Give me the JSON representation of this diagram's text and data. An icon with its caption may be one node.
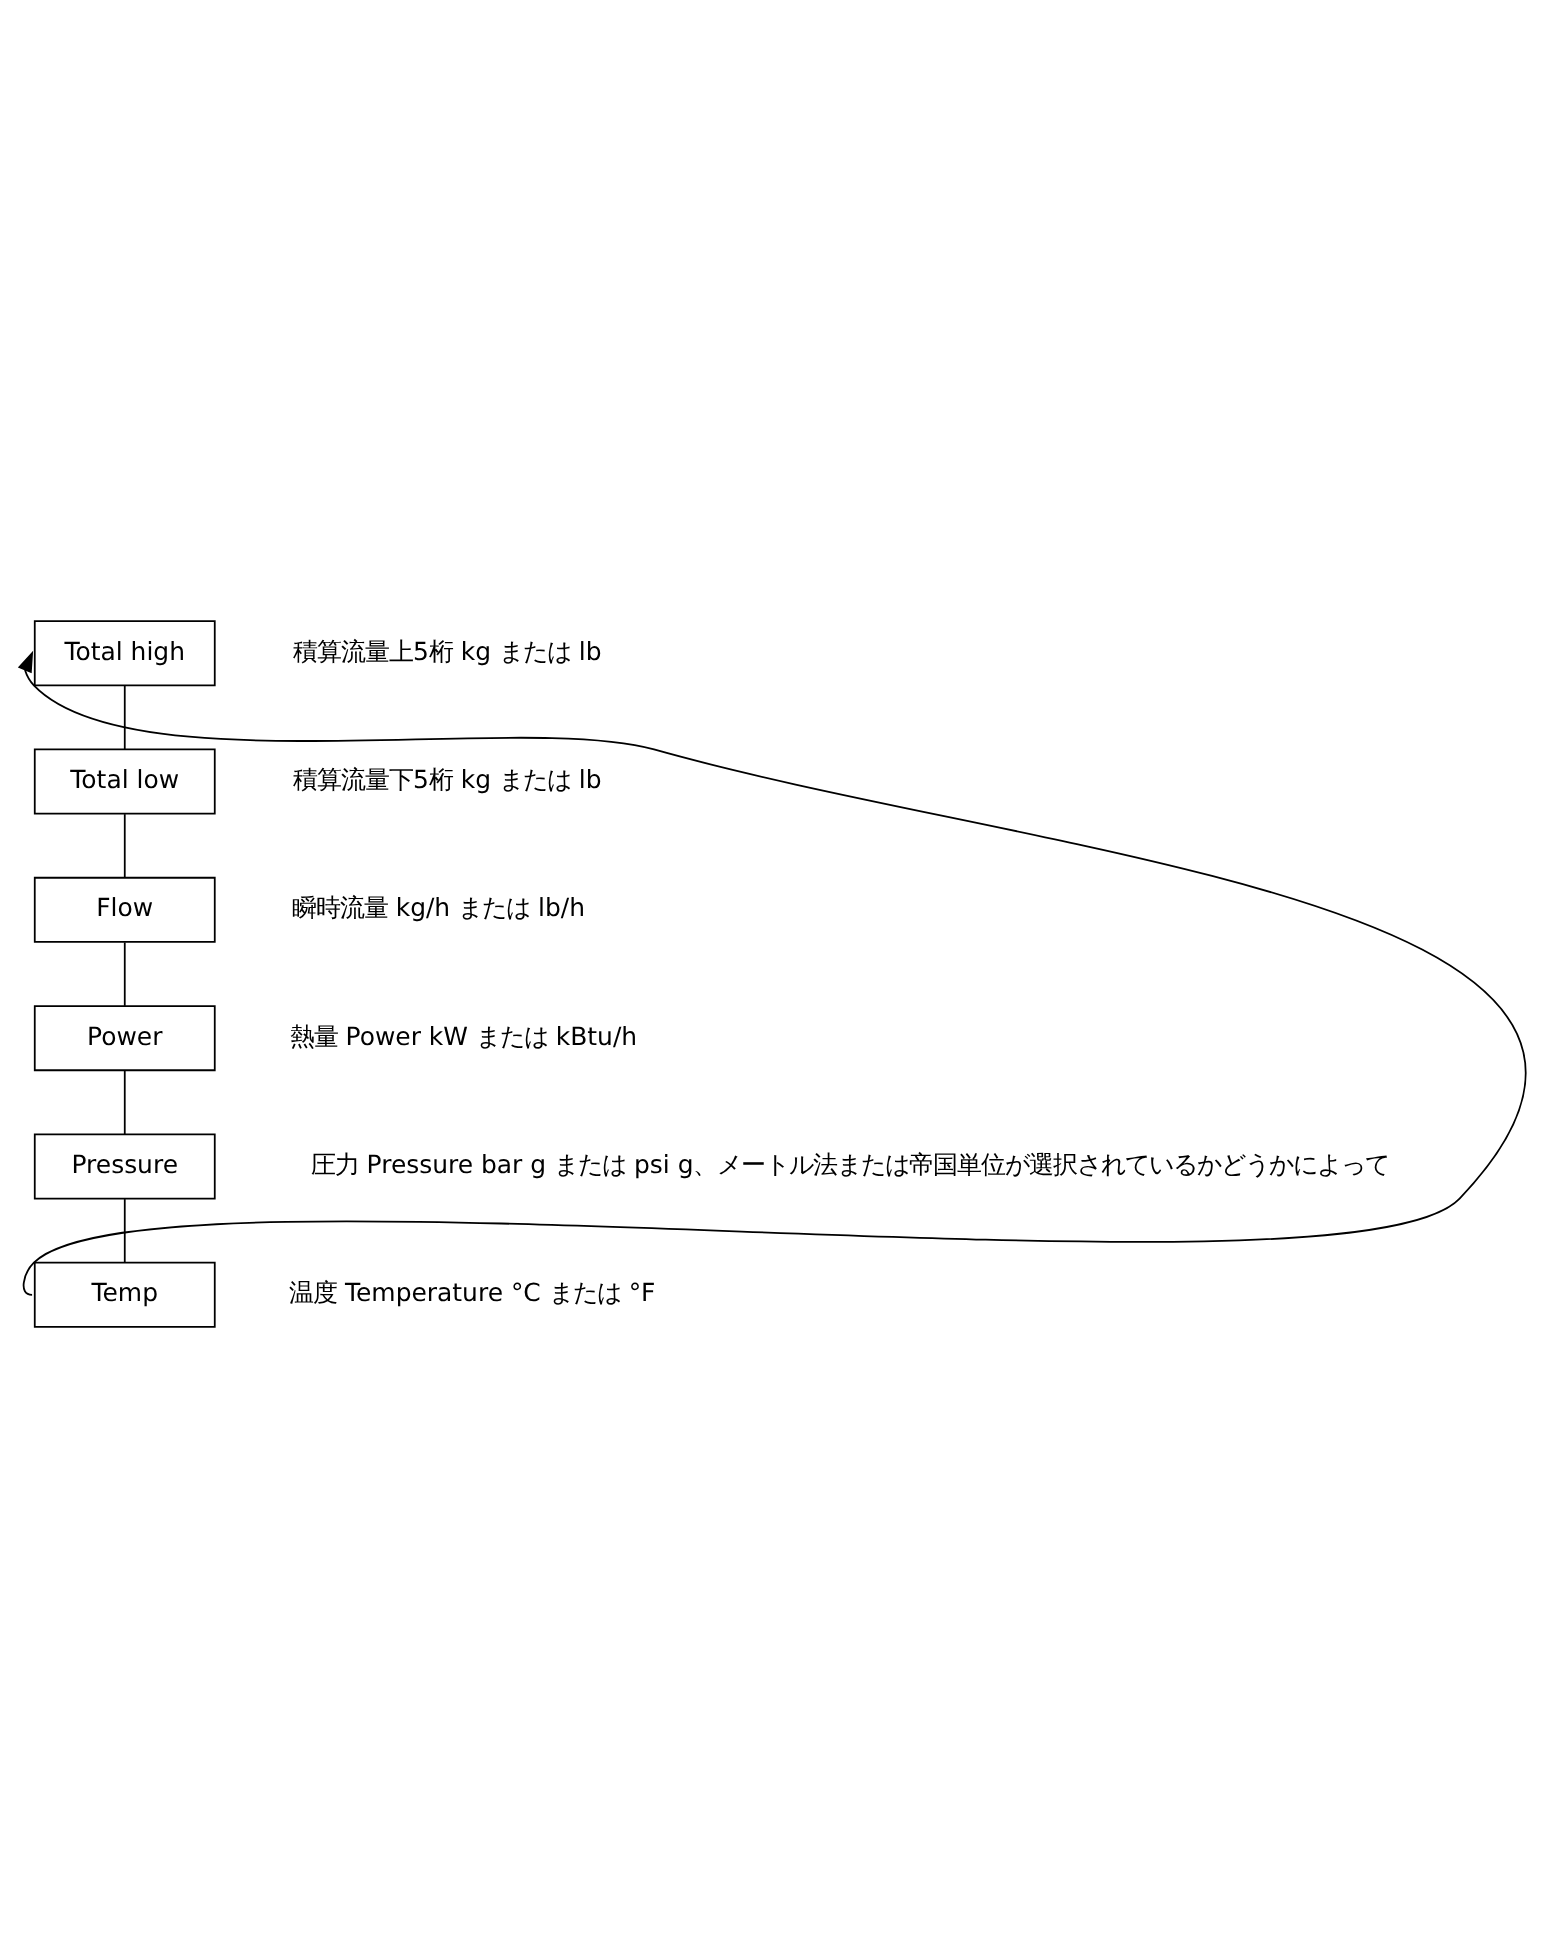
{
  "diagram": {
    "nodes": [
      {
        "text": [
          "Total high"
        ],
        "beside": [
          "積算流量上5桁 kg または lb"
        ]
      },
      {
        "text": [
          "Total low"
        ],
        "beside": [
          "積算流量下5桁 kg または lb"
        ]
      },
      {
        "text": [
          "Flow"
        ],
        "beside": [
          "瞬時流量 kg/h または lb/h"
        ]
      },
      {
        "text": [
          "Power"
        ],
        "beside": [
          "熱量 Power kW または kBtu/h"
        ]
      },
      {
        "text": [
          "Pressure"
        ],
        "beside": [
          "圧力 Pressure bar g または psi g、メートル法または帝国単位が選択されているかどうかによって"
        ]
      },
      {
        "text": [
          "Temp"
        ],
        "beside": [
          "温度 Temperature °C または °F"
        ]
      }
    ],
    "edges": [
      {
        "from": 0,
        "to": 1,
        "arrow": "none"
      },
      {
        "from": 1,
        "to": 2,
        "arrow": "none"
      },
      {
        "from": 2,
        "to": 3,
        "arrow": "none"
      },
      {
        "from": 3,
        "to": 4,
        "arrow": "none"
      },
      {
        "from": 4,
        "to": 5,
        "arrow": "none"
      },
      {
        "from": 5,
        "to": 0,
        "arrow": "to"
      }
    ]
  }
}
